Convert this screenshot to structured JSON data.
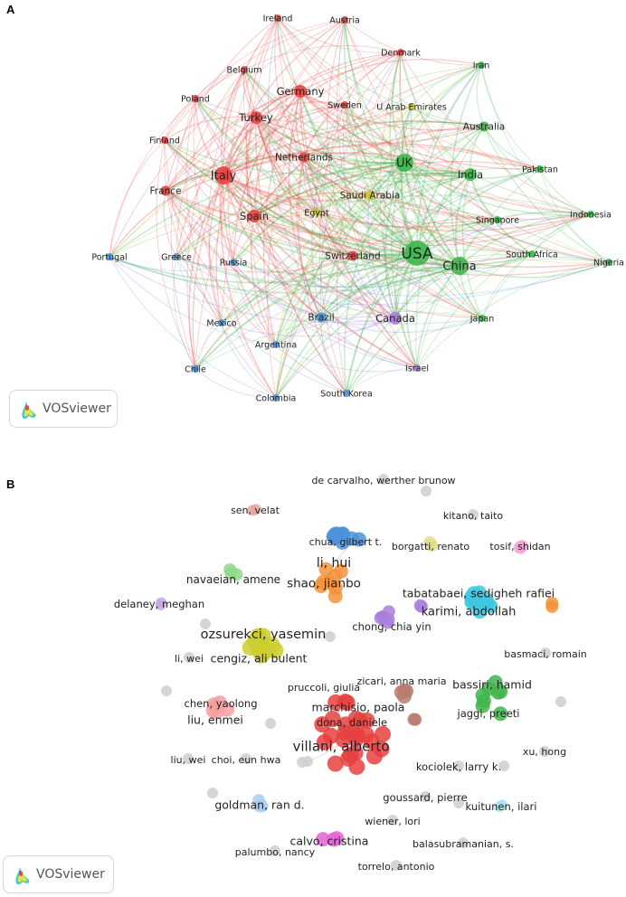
{
  "colors": {
    "red": "#e5413f",
    "green": "#3fb64b",
    "blue": "#4b93d8",
    "yellow": "#c9c52c",
    "purple": "#a97fdc",
    "grey": "#d0d0d0",
    "orange": "#f5923a",
    "lightgreen": "#8fd98a",
    "cyan": "#3ec7de",
    "olive": "#cccc2e",
    "brown": "#b97c6e",
    "salmon": "#f4a0a0",
    "lavender": "#c7a8e6",
    "paleyellow": "#dede8a",
    "pink": "#eea6d2",
    "lightblue": "#a9cdf2",
    "lightcyan": "#a6e3ee",
    "magenta": "#e463d4",
    "rosybrown": "#e0a9a0"
  },
  "panel_a": {
    "letter": "A",
    "logo_text": "VOSviewer",
    "nodes": [
      {
        "label": "Ireland",
        "cluster": "red",
        "weight": 1
      },
      {
        "label": "Austria",
        "cluster": "red",
        "weight": 1
      },
      {
        "label": "Denmark",
        "cluster": "red",
        "weight": 1
      },
      {
        "label": "Iran",
        "cluster": "green",
        "weight": 1
      },
      {
        "label": "Belgium",
        "cluster": "red",
        "weight": 1
      },
      {
        "label": "Germany",
        "cluster": "red",
        "weight": 3
      },
      {
        "label": "Poland",
        "cluster": "red",
        "weight": 1
      },
      {
        "label": "Sweden",
        "cluster": "red",
        "weight": 1
      },
      {
        "label": "U Arab Emirates",
        "cluster": "yellow",
        "weight": 1
      },
      {
        "label": "Turkey",
        "cluster": "red",
        "weight": 3
      },
      {
        "label": "Australia",
        "cluster": "green",
        "weight": 2
      },
      {
        "label": "Finland",
        "cluster": "red",
        "weight": 1
      },
      {
        "label": "Netherlands",
        "cluster": "red",
        "weight": 2
      },
      {
        "label": "UK",
        "cluster": "green",
        "weight": 4
      },
      {
        "label": "India",
        "cluster": "green",
        "weight": 3
      },
      {
        "label": "Pakistan",
        "cluster": "green",
        "weight": 1
      },
      {
        "label": "Italy",
        "cluster": "red",
        "weight": 4
      },
      {
        "label": "France",
        "cluster": "red",
        "weight": 2
      },
      {
        "label": "Saudi Arabia",
        "cluster": "yellow",
        "weight": 2
      },
      {
        "label": "Egypt",
        "cluster": "yellow",
        "weight": 1
      },
      {
        "label": "Spain",
        "cluster": "red",
        "weight": 3
      },
      {
        "label": "Singapore",
        "cluster": "green",
        "weight": 1
      },
      {
        "label": "Indonesia",
        "cluster": "green",
        "weight": 1
      },
      {
        "label": "Portugal",
        "cluster": "blue",
        "weight": 1
      },
      {
        "label": "Greece",
        "cluster": "blue",
        "weight": 1
      },
      {
        "label": "Russia",
        "cluster": "blue",
        "weight": 1
      },
      {
        "label": "Switzerland",
        "cluster": "red",
        "weight": 2
      },
      {
        "label": "USA",
        "cluster": "green",
        "weight": 5
      },
      {
        "label": "China",
        "cluster": "green",
        "weight": 4
      },
      {
        "label": "South Africa",
        "cluster": "green",
        "weight": 1
      },
      {
        "label": "Nigeria",
        "cluster": "green",
        "weight": 1
      },
      {
        "label": "Mexico",
        "cluster": "blue",
        "weight": 1
      },
      {
        "label": "Brazil",
        "cluster": "blue",
        "weight": 2
      },
      {
        "label": "Canada",
        "cluster": "purple",
        "weight": 3
      },
      {
        "label": "Japan",
        "cluster": "green",
        "weight": 1
      },
      {
        "label": "Argentina",
        "cluster": "blue",
        "weight": 1
      },
      {
        "label": "Chile",
        "cluster": "blue",
        "weight": 1
      },
      {
        "label": "Israel",
        "cluster": "purple",
        "weight": 1
      },
      {
        "label": "Colombia",
        "cluster": "blue",
        "weight": 1
      },
      {
        "label": "South Korea",
        "cluster": "blue",
        "weight": 1
      }
    ]
  },
  "panel_b": {
    "letter": "B",
    "logo_text": "VOSviewer",
    "authors": [
      {
        "label": "de carvalho, werther brunow",
        "cluster": "grey"
      },
      {
        "label": "sen, velat",
        "cluster": "rosybrown"
      },
      {
        "label": "kitano, taito",
        "cluster": "grey"
      },
      {
        "label": "chua, gilbert t.",
        "cluster": "blue"
      },
      {
        "label": "borgatti, renato",
        "cluster": "paleyellow"
      },
      {
        "label": "tosif, shidan",
        "cluster": "pink"
      },
      {
        "label": "li, hui",
        "cluster": "orange"
      },
      {
        "label": "navaeian, amene",
        "cluster": "lightgreen"
      },
      {
        "label": "shao, jianbo",
        "cluster": "orange"
      },
      {
        "label": "tabatabaei, sedigheh rafiei",
        "cluster": "cyan"
      },
      {
        "label": "delaney, meghan",
        "cluster": "lavender"
      },
      {
        "label": "karimi, abdollah",
        "cluster": "cyan"
      },
      {
        "label": "chong, chia yin",
        "cluster": "purple"
      },
      {
        "label": "ozsurekci, yasemin",
        "cluster": "olive"
      },
      {
        "label": "li, wei",
        "cluster": "grey"
      },
      {
        "label": "cengiz, ali bulent",
        "cluster": "olive"
      },
      {
        "label": "basmaci, romain",
        "cluster": "grey"
      },
      {
        "label": "zicari, anna maria",
        "cluster": "brown"
      },
      {
        "label": "pruccoli, giulia",
        "cluster": "red"
      },
      {
        "label": "bassiri, hamid",
        "cluster": "green"
      },
      {
        "label": "chen, yaolong",
        "cluster": "salmon"
      },
      {
        "label": "marchisio, paola",
        "cluster": "red"
      },
      {
        "label": "liu, enmei",
        "cluster": "salmon"
      },
      {
        "label": "jaggi, preeti",
        "cluster": "green"
      },
      {
        "label": "dona, daniele",
        "cluster": "red"
      },
      {
        "label": "villani, alberto",
        "cluster": "red"
      },
      {
        "label": "xu, hong",
        "cluster": "grey"
      },
      {
        "label": "liu, wei",
        "cluster": "grey"
      },
      {
        "label": "choi, eun hwa",
        "cluster": "grey"
      },
      {
        "label": "kociolek, larry k.",
        "cluster": "grey"
      },
      {
        "label": "goussard, pierre",
        "cluster": "grey"
      },
      {
        "label": "goldman, ran d.",
        "cluster": "lightblue"
      },
      {
        "label": "kuitunen, ilari",
        "cluster": "lightcyan"
      },
      {
        "label": "wiener, lori",
        "cluster": "grey"
      },
      {
        "label": "calvo, cristina",
        "cluster": "magenta"
      },
      {
        "label": "balasubramanian, s.",
        "cluster": "grey"
      },
      {
        "label": "palumbo, nancy",
        "cluster": "grey"
      },
      {
        "label": "torrelo, antonio",
        "cluster": "grey"
      }
    ]
  }
}
